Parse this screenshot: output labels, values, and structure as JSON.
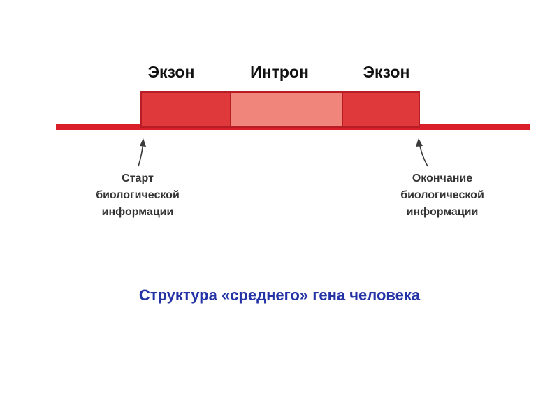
{
  "segments": {
    "exon_1": "Экзон",
    "intron": "Интрон",
    "exon_2": "Экзон"
  },
  "start_note": {
    "line1": "Старт",
    "line2": "биологической",
    "line3": "информации"
  },
  "end_note": {
    "line1": "Окончание",
    "line2": "биологической",
    "line3": "информации"
  },
  "caption": "Структура «среднего» гена человека",
  "colors": {
    "strand": "#d9202a",
    "exon_fill": "#e0393c",
    "exon_border": "#b81c24",
    "intron_fill": "#f0857b",
    "caption": "#2433a6",
    "arrow": "#3a3a3a"
  }
}
